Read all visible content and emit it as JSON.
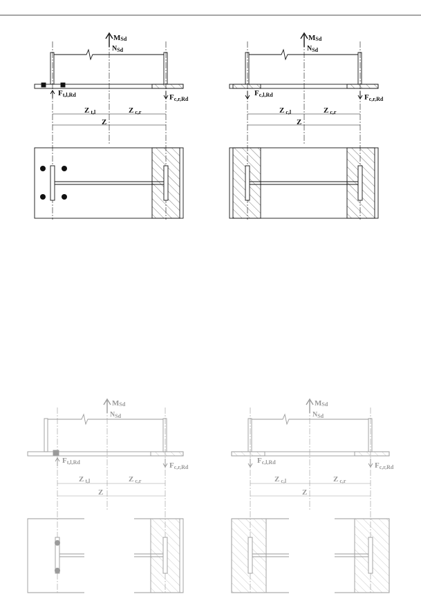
{
  "labels": {
    "m_main": "M",
    "m_sub": "Sd",
    "n_main": "N",
    "n_sub": "Sd",
    "ftl_main": "F",
    "ftl_sub": "t,l,Rd",
    "fcl_main": "F",
    "fcl_sub": "c,l,Rd",
    "fcr_main": "F",
    "fcr_sub": "c,r,Rd",
    "ztl_main": "Z",
    "ztl_sub": "t,l",
    "zcl_main": "Z",
    "zcl_sub": "c,l",
    "zcr_main": "Z",
    "zcr_sub": "c,r",
    "z_total": "Z"
  },
  "colors": {
    "ink": "#111111",
    "faded": "#9a9a9a",
    "hatch": "#444444",
    "faded_hatch": "#b4b4b4"
  }
}
